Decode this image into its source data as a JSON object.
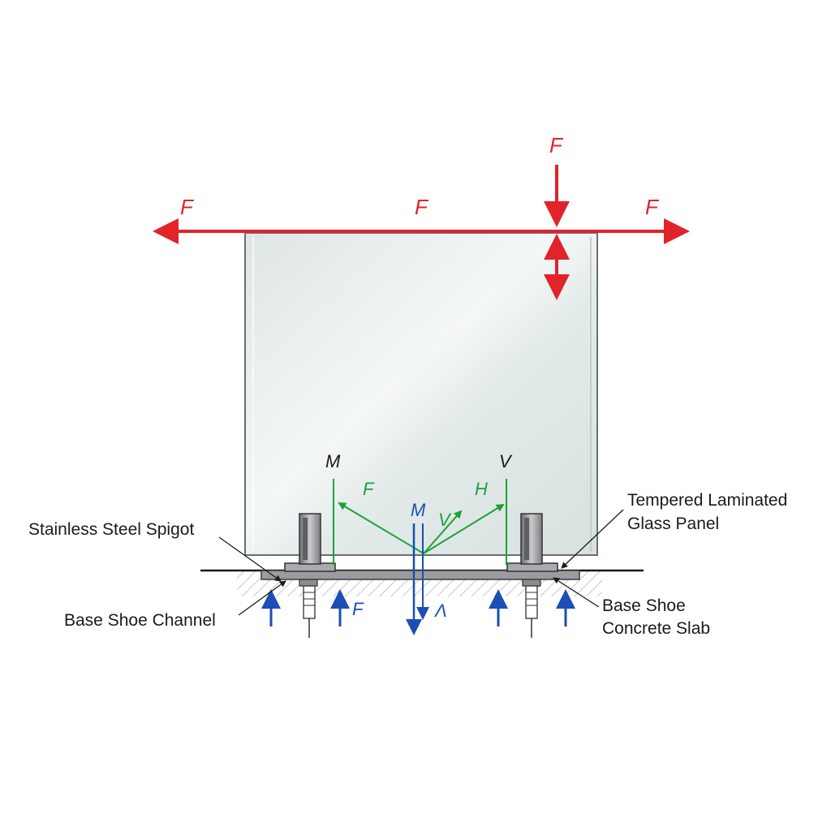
{
  "labels": {
    "force_top_left": "F",
    "force_top_center": "F",
    "force_top_right": "F",
    "force_vertical_top": "F",
    "moment_left": "M",
    "shear_right": "V",
    "force_green_left": "F",
    "horizontal_green_right": "H",
    "shear_green_center": "V",
    "moment_blue_center": "M",
    "reaction_blue_left": "F",
    "reaction_blue_center": "Λ",
    "callout_spigot": "Stainless Steel Spigot",
    "callout_channel": "Base Shoe Channel",
    "callout_glass_line1": "Tempered Laminated",
    "callout_glass_line2": "Glass Panel",
    "callout_base_shoe": "Base Shoe",
    "callout_slab": "Concrete Slab"
  },
  "colors": {
    "red": "#e0242a",
    "green": "#1aa33a",
    "blue": "#1a4fb5",
    "glass": "#e8eeee",
    "steel": "#8a8c8f"
  }
}
